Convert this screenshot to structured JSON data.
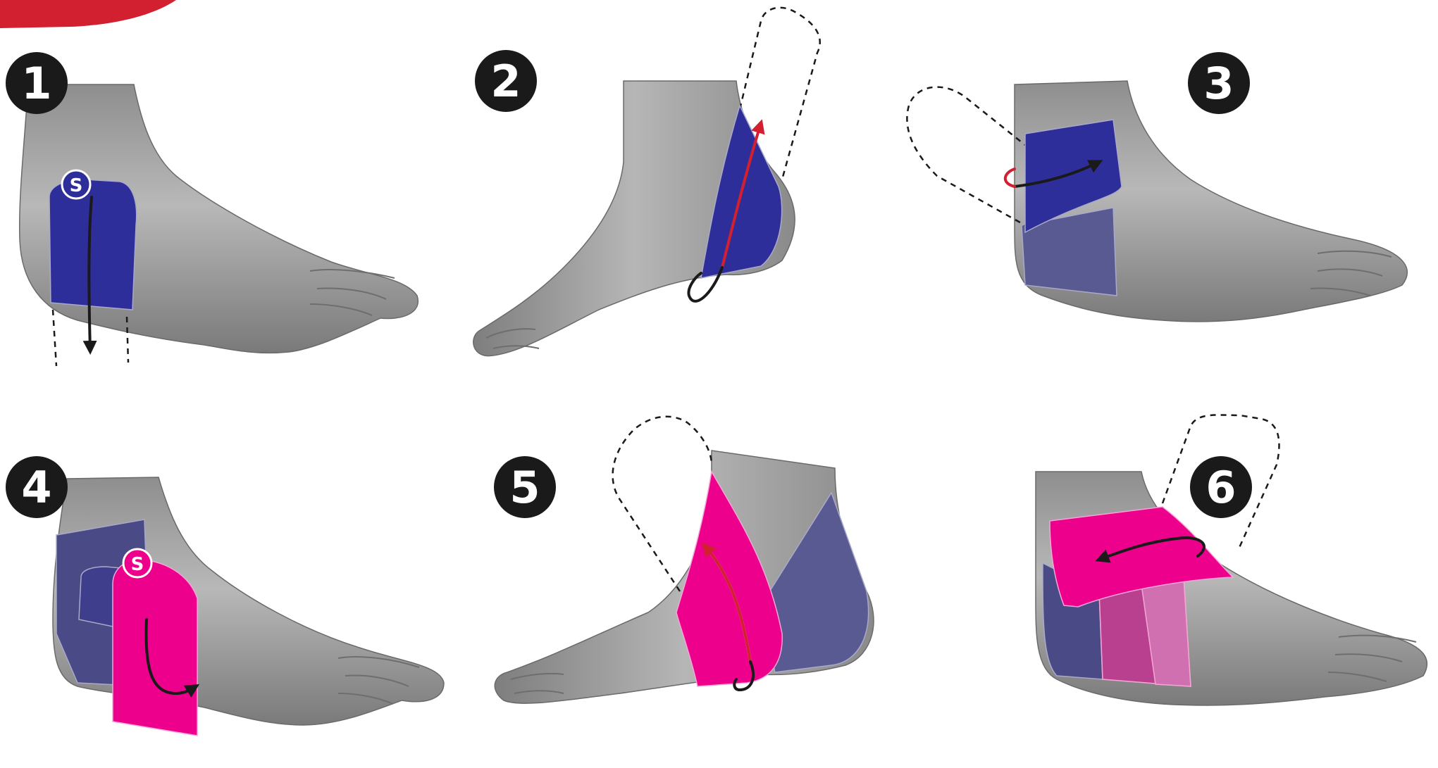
{
  "colors": {
    "tape_blue": "#2e2e9a",
    "tape_blue_faded": "#5a5a92",
    "tape_pink": "#ec008c",
    "tape_pink_faded": "#b8408e",
    "skin": "#9a9a9a",
    "skin_light": "#c4c4c4",
    "skin_shadow": "#6a6a6a",
    "badge": "#1a1a1a",
    "arrow_black": "#1a1a1a",
    "arrow_red": "#d22030",
    "corner_accent": "#d22030"
  },
  "steps": [
    {
      "number": "1",
      "start_badge": "S"
    },
    {
      "number": "2"
    },
    {
      "number": "3"
    },
    {
      "number": "4",
      "start_badge": "S"
    },
    {
      "number": "5"
    },
    {
      "number": "6"
    }
  ]
}
